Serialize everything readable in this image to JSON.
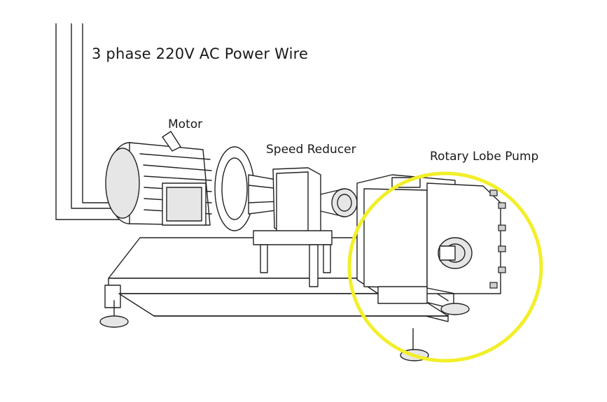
{
  "labels": {
    "power_wire": "3 phase  220V AC Power Wire",
    "motor": "Motor",
    "speed_reducer": "Speed Reducer",
    "rotary_lobe_pump": "Rotary Lobe Pump"
  },
  "colors": {
    "highlight_circle": "#f2ef2a",
    "line_art": "#222222",
    "background": "#ffffff"
  }
}
